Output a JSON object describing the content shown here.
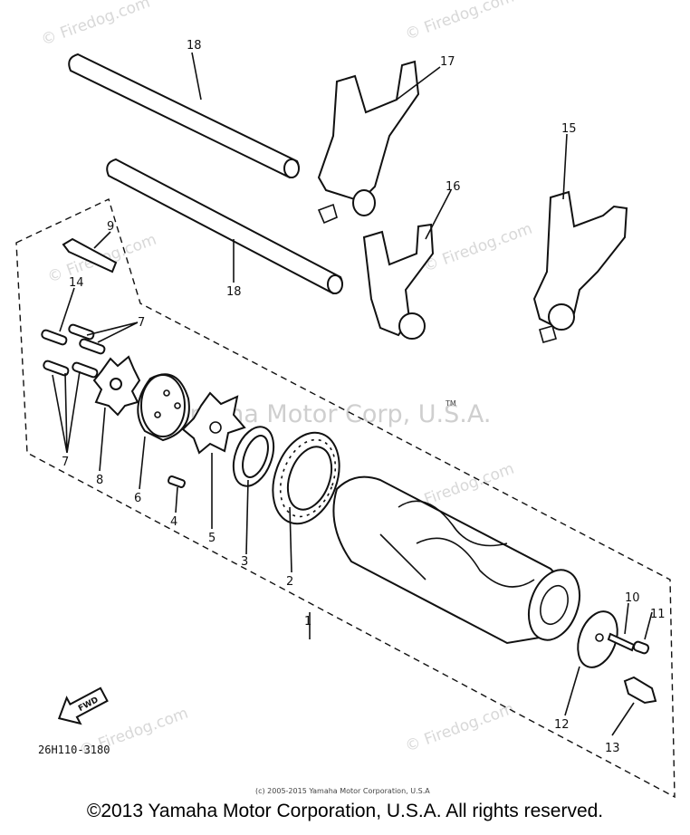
{
  "diagram": {
    "code": "26H110-3180",
    "fwd_label": "FWD",
    "small_copyright": "(c) 2005-2015 Yamaha Motor Corporation, U.S.A",
    "footer_copyright": "©2013 Yamaha Motor Corporation, U.S.A. All rights reserved.",
    "watermark_center": "Yamaha Motor Corp, U.S.A.",
    "watermark_tm": "TM",
    "watermark_firedog": "© Firedog.com",
    "callouts": [
      "18",
      "17",
      "16",
      "15",
      "18",
      "9",
      "14",
      "7",
      "7",
      "8",
      "6",
      "4",
      "5",
      "3",
      "2",
      "1",
      "10",
      "11",
      "12",
      "13"
    ]
  }
}
